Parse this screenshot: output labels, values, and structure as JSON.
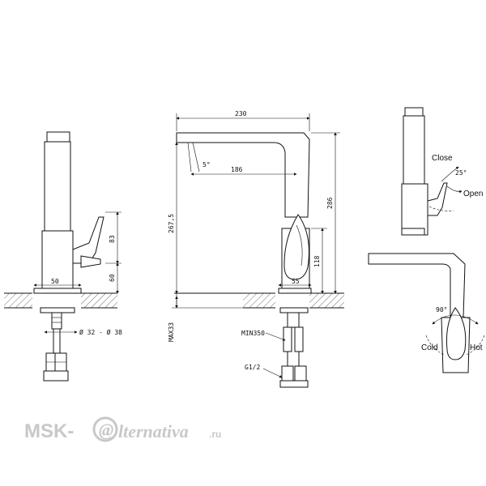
{
  "dimensions": {
    "overall_width": "230",
    "spout_reach": "186",
    "overall_height": "286",
    "spout_height": "267,5",
    "base_width_side": "50",
    "base_width_front": "55",
    "lever_height": "83",
    "base_height": "60",
    "body_height": "118",
    "hole_diameter": "Ø 32 - Ø 38",
    "max_thickness": "MAX33",
    "hose_length": "MIN350",
    "thread": "G1/2",
    "flow_angle": "5°",
    "lever_angle": "25°",
    "swivel_angle": "90°"
  },
  "labels": {
    "close": "Close",
    "open": "Open",
    "cold": "Cold",
    "hot": "Hot"
  },
  "watermark": {
    "prefix": "MSK-",
    "at": "@",
    "suffix": "lternativa",
    "domain": ".ru"
  },
  "colors": {
    "line": "#111111",
    "watermark": "#c8c8c8",
    "background": "#ffffff"
  }
}
